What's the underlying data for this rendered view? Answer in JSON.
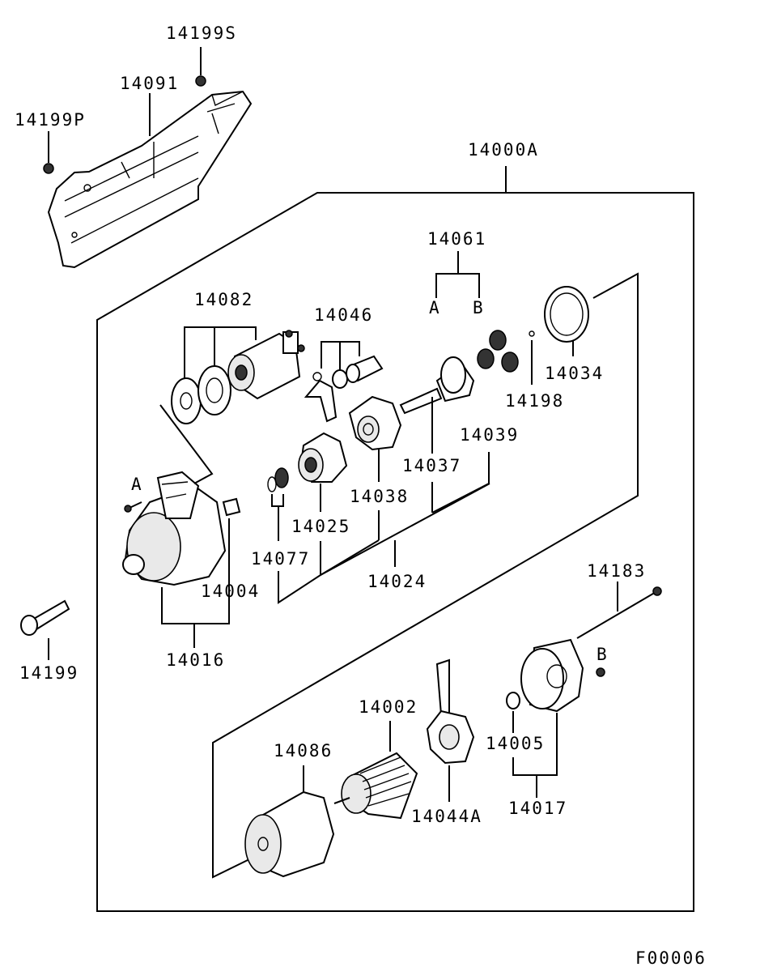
{
  "diagram": {
    "labels": {
      "l14199S": "14199S",
      "l14091": "14091",
      "l14199P": "14199P",
      "l14000A": "14000A",
      "l14061": "14061",
      "l14061A": "A",
      "l14061B": "B",
      "l14082": "14082",
      "l14046": "14046",
      "l14034": "14034",
      "l14198": "14198",
      "l14039": "14039",
      "l14037": "14037",
      "l14038": "14038",
      "l14025": "14025",
      "l14077": "14077",
      "l14004": "14004",
      "l14024": "14024",
      "l14016": "14016",
      "lA": "A",
      "l14199": "14199",
      "l14183": "14183",
      "lB": "B",
      "l14002": "14002",
      "l14086": "14086",
      "l14005": "14005",
      "l14044A": "14044A",
      "l14017": "14017",
      "code": "F00006"
    }
  }
}
